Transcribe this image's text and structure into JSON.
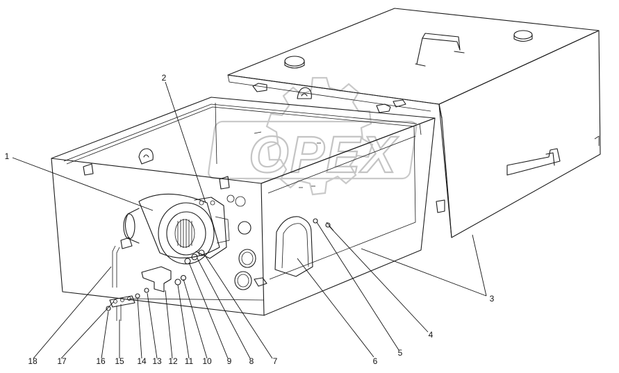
{
  "diagram": {
    "watermark_text": "OPEX",
    "callouts": [
      {
        "id": "1",
        "label": "1"
      },
      {
        "id": "2",
        "label": "2"
      },
      {
        "id": "3",
        "label": "3"
      },
      {
        "id": "4",
        "label": "4"
      },
      {
        "id": "5",
        "label": "5"
      },
      {
        "id": "6",
        "label": "6"
      },
      {
        "id": "7",
        "label": "7"
      },
      {
        "id": "8",
        "label": "8"
      },
      {
        "id": "9",
        "label": "9"
      },
      {
        "id": "10",
        "label": "10"
      },
      {
        "id": "11",
        "label": "11"
      },
      {
        "id": "12",
        "label": "12"
      },
      {
        "id": "13",
        "label": "13"
      },
      {
        "id": "14",
        "label": "14"
      },
      {
        "id": "15",
        "label": "15"
      },
      {
        "id": "16",
        "label": "16"
      },
      {
        "id": "17",
        "label": "17"
      },
      {
        "id": "18",
        "label": "18"
      }
    ]
  }
}
